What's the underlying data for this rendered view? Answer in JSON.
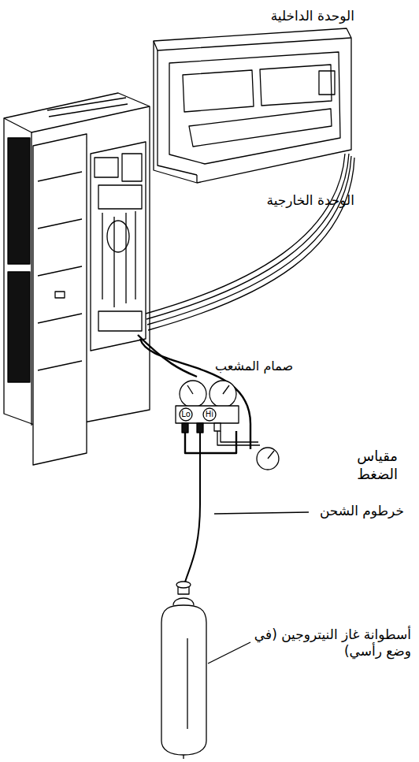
{
  "diagram": {
    "labels": [
      "الوحدة الداخلية",
      "الوحدة الخارجية",
      "صمام المشعب",
      "Lo",
      "Hi",
      "مقياس الضغط",
      "خرطوم الشحن",
      "أسطوانة غاز النيتروجين (في وضع رأسي)"
    ]
  }
}
